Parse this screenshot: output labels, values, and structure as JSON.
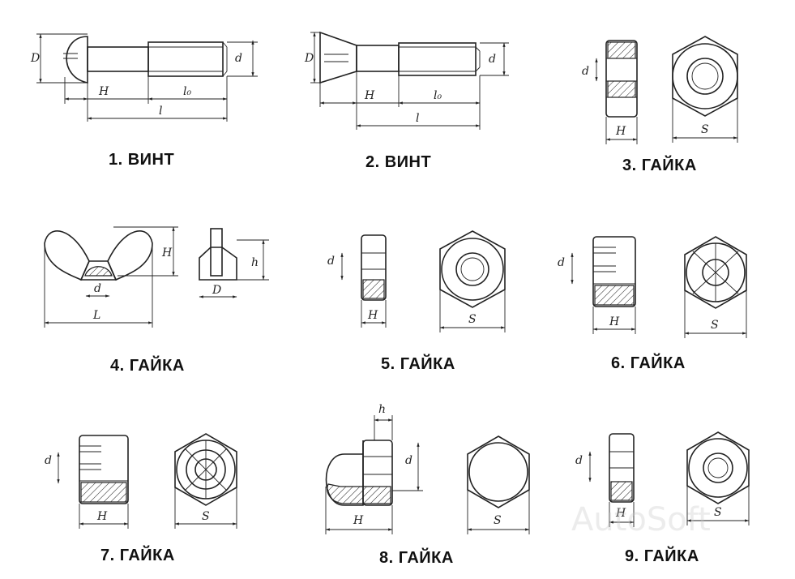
{
  "items": [
    {
      "caption": "1. ВИНТ",
      "dims": [
        "D",
        "d",
        "H",
        "l₀",
        "l"
      ]
    },
    {
      "caption": "2. ВИНТ",
      "dims": [
        "D",
        "d",
        "H",
        "l₀",
        "l"
      ]
    },
    {
      "caption": "3. ГАЙКА",
      "dims": [
        "d",
        "H",
        "S"
      ]
    },
    {
      "caption": "4. ГАЙКА",
      "dims": [
        "H",
        "d",
        "L",
        "h",
        "D"
      ]
    },
    {
      "caption": "5. ГАЙКА",
      "dims": [
        "d",
        "H",
        "S"
      ]
    },
    {
      "caption": "6. ГАЙКА",
      "dims": [
        "d",
        "H",
        "S"
      ]
    },
    {
      "caption": "7. ГАЙКА",
      "dims": [
        "d",
        "H",
        "S"
      ]
    },
    {
      "caption": "8. ГАЙКА",
      "dims": [
        "h",
        "d",
        "H",
        "S"
      ]
    },
    {
      "caption": "9. ГАЙКА",
      "dims": [
        "d",
        "H",
        "S"
      ]
    }
  ],
  "watermark": "AutoSoft"
}
